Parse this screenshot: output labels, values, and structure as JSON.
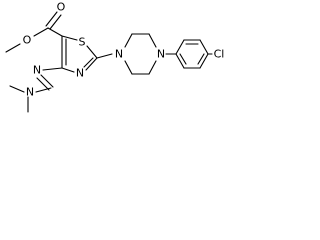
{
  "atom_labels": {
    "carbonyl_oxygen": "O",
    "ester_oxygen": "O",
    "thiazole_sulfur": "S",
    "thiazole_nitrogen": "N",
    "imine_nitrogen": "N",
    "dimethylamino_nitrogen": "N",
    "piperazine_nitrogen_1": "N",
    "piperazine_nitrogen_4": "N",
    "chlorine": "Cl"
  }
}
